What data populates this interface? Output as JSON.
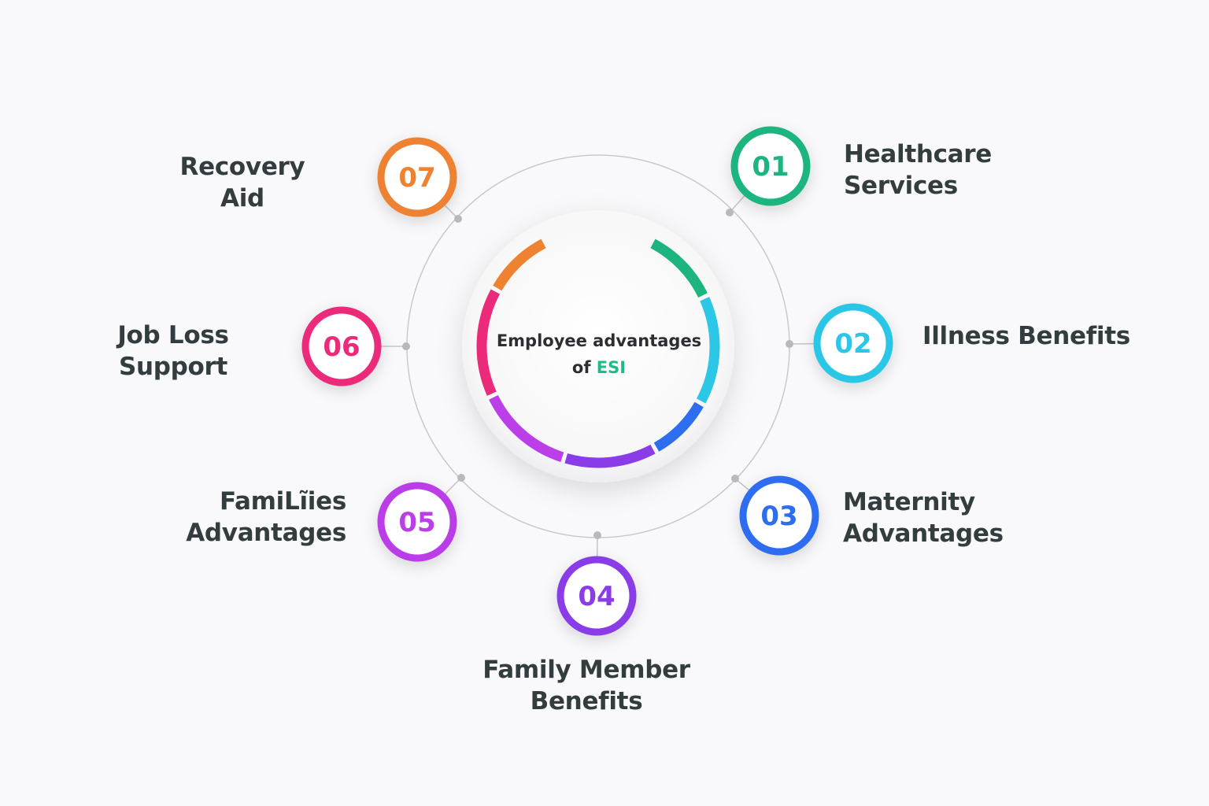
{
  "center": {
    "line1": "Employee advantages",
    "line2_prefix": "of ",
    "line2_accent": "ESI",
    "accent_color": "#1fb98a"
  },
  "steps": [
    {
      "number": "01",
      "label": "Healthcare\nServices",
      "color": "#1cb47f"
    },
    {
      "number": "02",
      "label": "Illness Benefits",
      "color": "#2cc6e6"
    },
    {
      "number": "03",
      "label": "Maternity\nAdvantages",
      "color": "#2d6df0"
    },
    {
      "number": "04",
      "label": "Family Member\nBenefits",
      "color": "#8a3ce6"
    },
    {
      "number": "05",
      "label": "FamiLĩies\nAdvantages",
      "color": "#bb3ee8"
    },
    {
      "number": "06",
      "label": "Job Loss\nSupport",
      "color": "#ec2a7a"
    },
    {
      "number": "07",
      "label": "Recovery\nAid",
      "color": "#ef8230"
    }
  ]
}
